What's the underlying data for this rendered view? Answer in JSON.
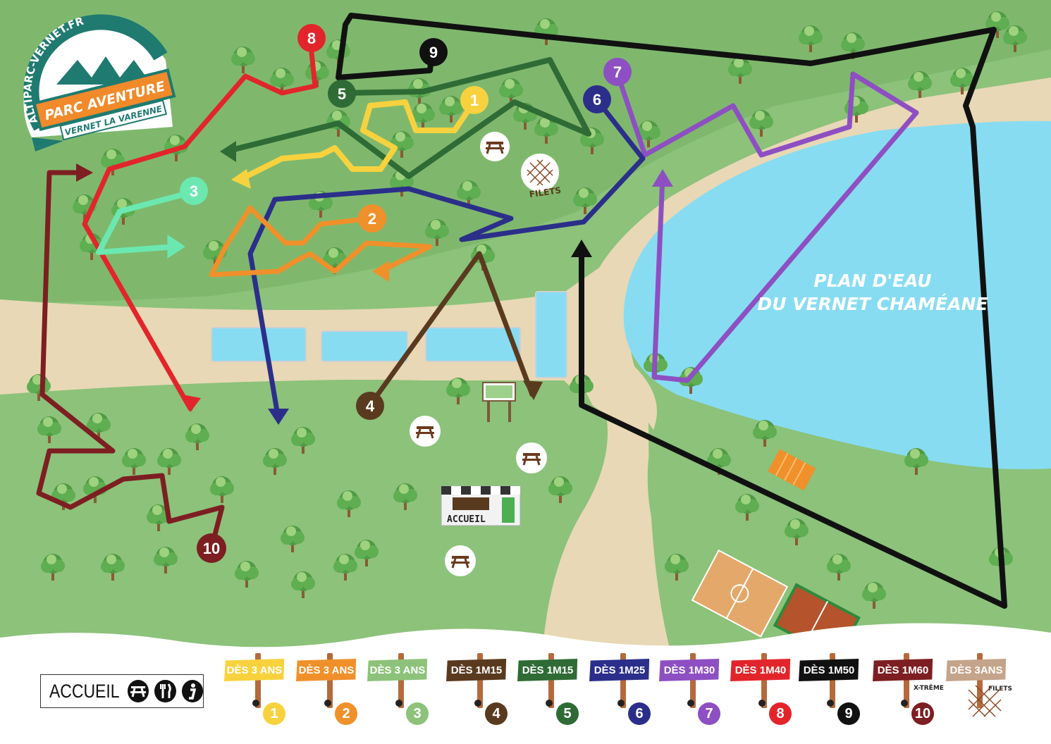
{
  "logo": {
    "top_arc": "ALTIPARC-VERNET.FR",
    "banner": "PARC AVENTURE",
    "subtitle": "VERNET LA VARENNE"
  },
  "lake": {
    "line1": "PLAN D'EAU",
    "line2": "DU VERNET CHAMÉANE"
  },
  "places": {
    "filets": "FILETS",
    "accueil": "ACCUEIL"
  },
  "map_markers": [
    "8",
    "9",
    "5",
    "1",
    "7",
    "6",
    "3",
    "2",
    "4",
    "10"
  ],
  "legend": {
    "accueil_label": "ACCUEIL",
    "accueil_icons": [
      "picnic-table-icon",
      "cutlery-icon",
      "info-icon"
    ],
    "courses": [
      {
        "label": "DÈS 3 ANS",
        "number": "1",
        "color": "#f7d23e",
        "extra": ""
      },
      {
        "label": "DÈS 3 ANS",
        "number": "2",
        "color": "#f0902a",
        "extra": ""
      },
      {
        "label": "DÈS 3 ANS",
        "number": "3",
        "color": "#8dc27a",
        "extra": ""
      },
      {
        "label": "DÈS 1M15",
        "number": "4",
        "color": "#5a3a1f",
        "extra": ""
      },
      {
        "label": "DÈS 1M15",
        "number": "5",
        "color": "#2f6b35",
        "extra": ""
      },
      {
        "label": "DÈS 1M25",
        "number": "6",
        "color": "#2b2f8a",
        "extra": ""
      },
      {
        "label": "DÈS 1M30",
        "number": "7",
        "color": "#8e4fc2",
        "extra": ""
      },
      {
        "label": "DÈS 1M40",
        "number": "8",
        "color": "#e2252b",
        "extra": ""
      },
      {
        "label": "DÈS 1M50",
        "number": "9",
        "color": "#111111",
        "extra": ""
      },
      {
        "label": "DÈS 1M60",
        "number": "10",
        "color": "#7d1e22",
        "extra": "X-TRÊME"
      },
      {
        "label": "DÈS 3ANS",
        "number": "",
        "color": "#c4a48a",
        "extra": "FILETS"
      }
    ]
  },
  "colors": {
    "grass_light": "#8cc27a",
    "grass_dark": "#7db66b",
    "path": "#e8d8b5",
    "water": "#87dcf2"
  }
}
